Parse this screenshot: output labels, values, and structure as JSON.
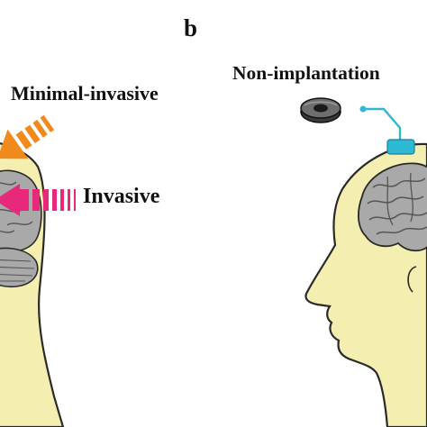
{
  "panel_label": "b",
  "labels": {
    "minimal_invasive": "Minimal-invasive",
    "invasive": "Invasive",
    "non_implantation": "Non-implantation"
  },
  "colors": {
    "skin": "#f4eeb0",
    "outline": "#2a2a2a",
    "brain": "#a9a9a9",
    "minimal_invasive_arrow": "#f08a1c",
    "invasive_arrow": "#e8287a",
    "device_connector": "#2fb8d6"
  },
  "icons": {
    "left_head": "head-profile-icon",
    "right_head": "head-profile-icon",
    "ring_device": "electrode-ring-icon"
  }
}
